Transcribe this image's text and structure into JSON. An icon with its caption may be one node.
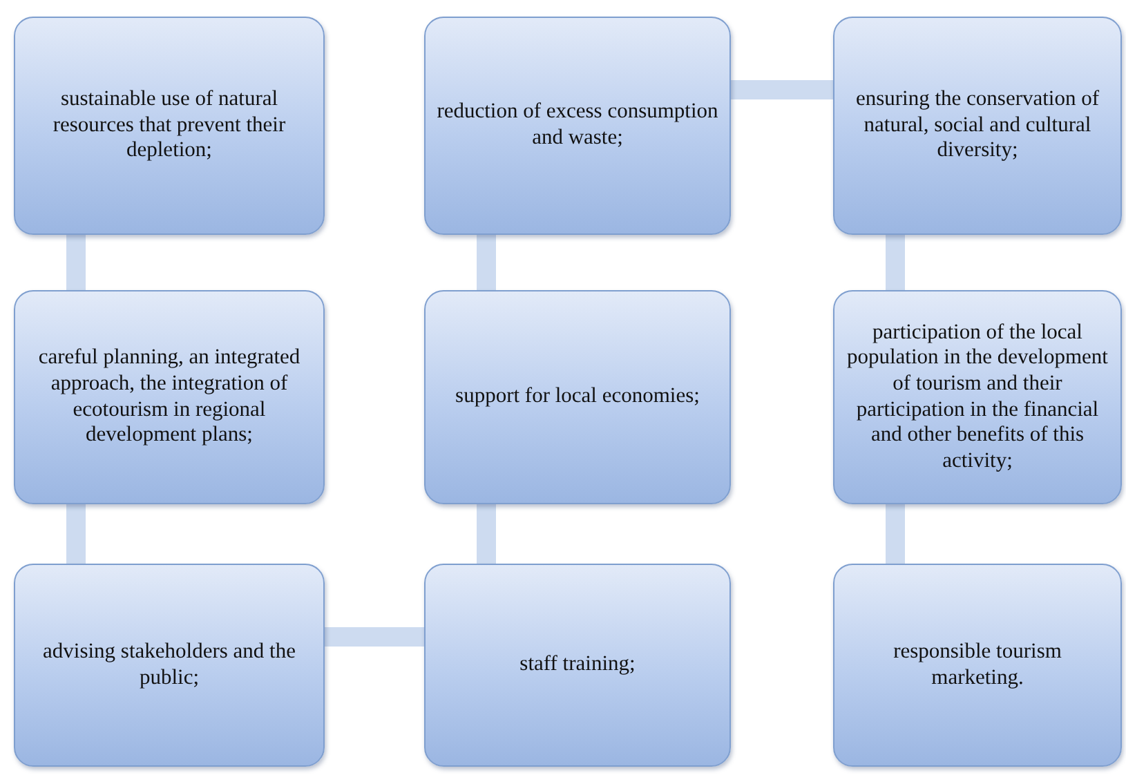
{
  "diagram": {
    "nodes": [
      {
        "text": [
          "sustainable use of natural resources that prevent their depletion;"
        ]
      },
      {
        "text": [
          "reduction of excess consumption and waste;"
        ]
      },
      {
        "text": [
          "ensuring the conservation of natural, social and cultural diversity;"
        ]
      },
      {
        "text": [
          "careful planning, an integrated approach, the integration of ecotourism in regional development plans;"
        ]
      },
      {
        "text": [
          "support for local economies;"
        ]
      },
      {
        "text": [
          "participation of the local population in the development of tourism and their participation in the financial and other benefits of this activity;"
        ]
      },
      {
        "text": [
          "advising stakeholders and the public;"
        ]
      },
      {
        "text": [
          "staff training;"
        ]
      },
      {
        "text": [
          "responsible tourism marketing."
        ]
      }
    ],
    "edges": [
      {
        "from": 0,
        "to": 3,
        "arrow": "none"
      },
      {
        "from": 3,
        "to": 6,
        "arrow": "none"
      },
      {
        "from": 6,
        "to": 7,
        "arrow": "none"
      },
      {
        "from": 7,
        "to": 4,
        "arrow": "none"
      },
      {
        "from": 4,
        "to": 1,
        "arrow": "none"
      },
      {
        "from": 1,
        "to": 2,
        "arrow": "none"
      },
      {
        "from": 2,
        "to": 5,
        "arrow": "none"
      },
      {
        "from": 5,
        "to": 8,
        "arrow": "none"
      }
    ]
  }
}
